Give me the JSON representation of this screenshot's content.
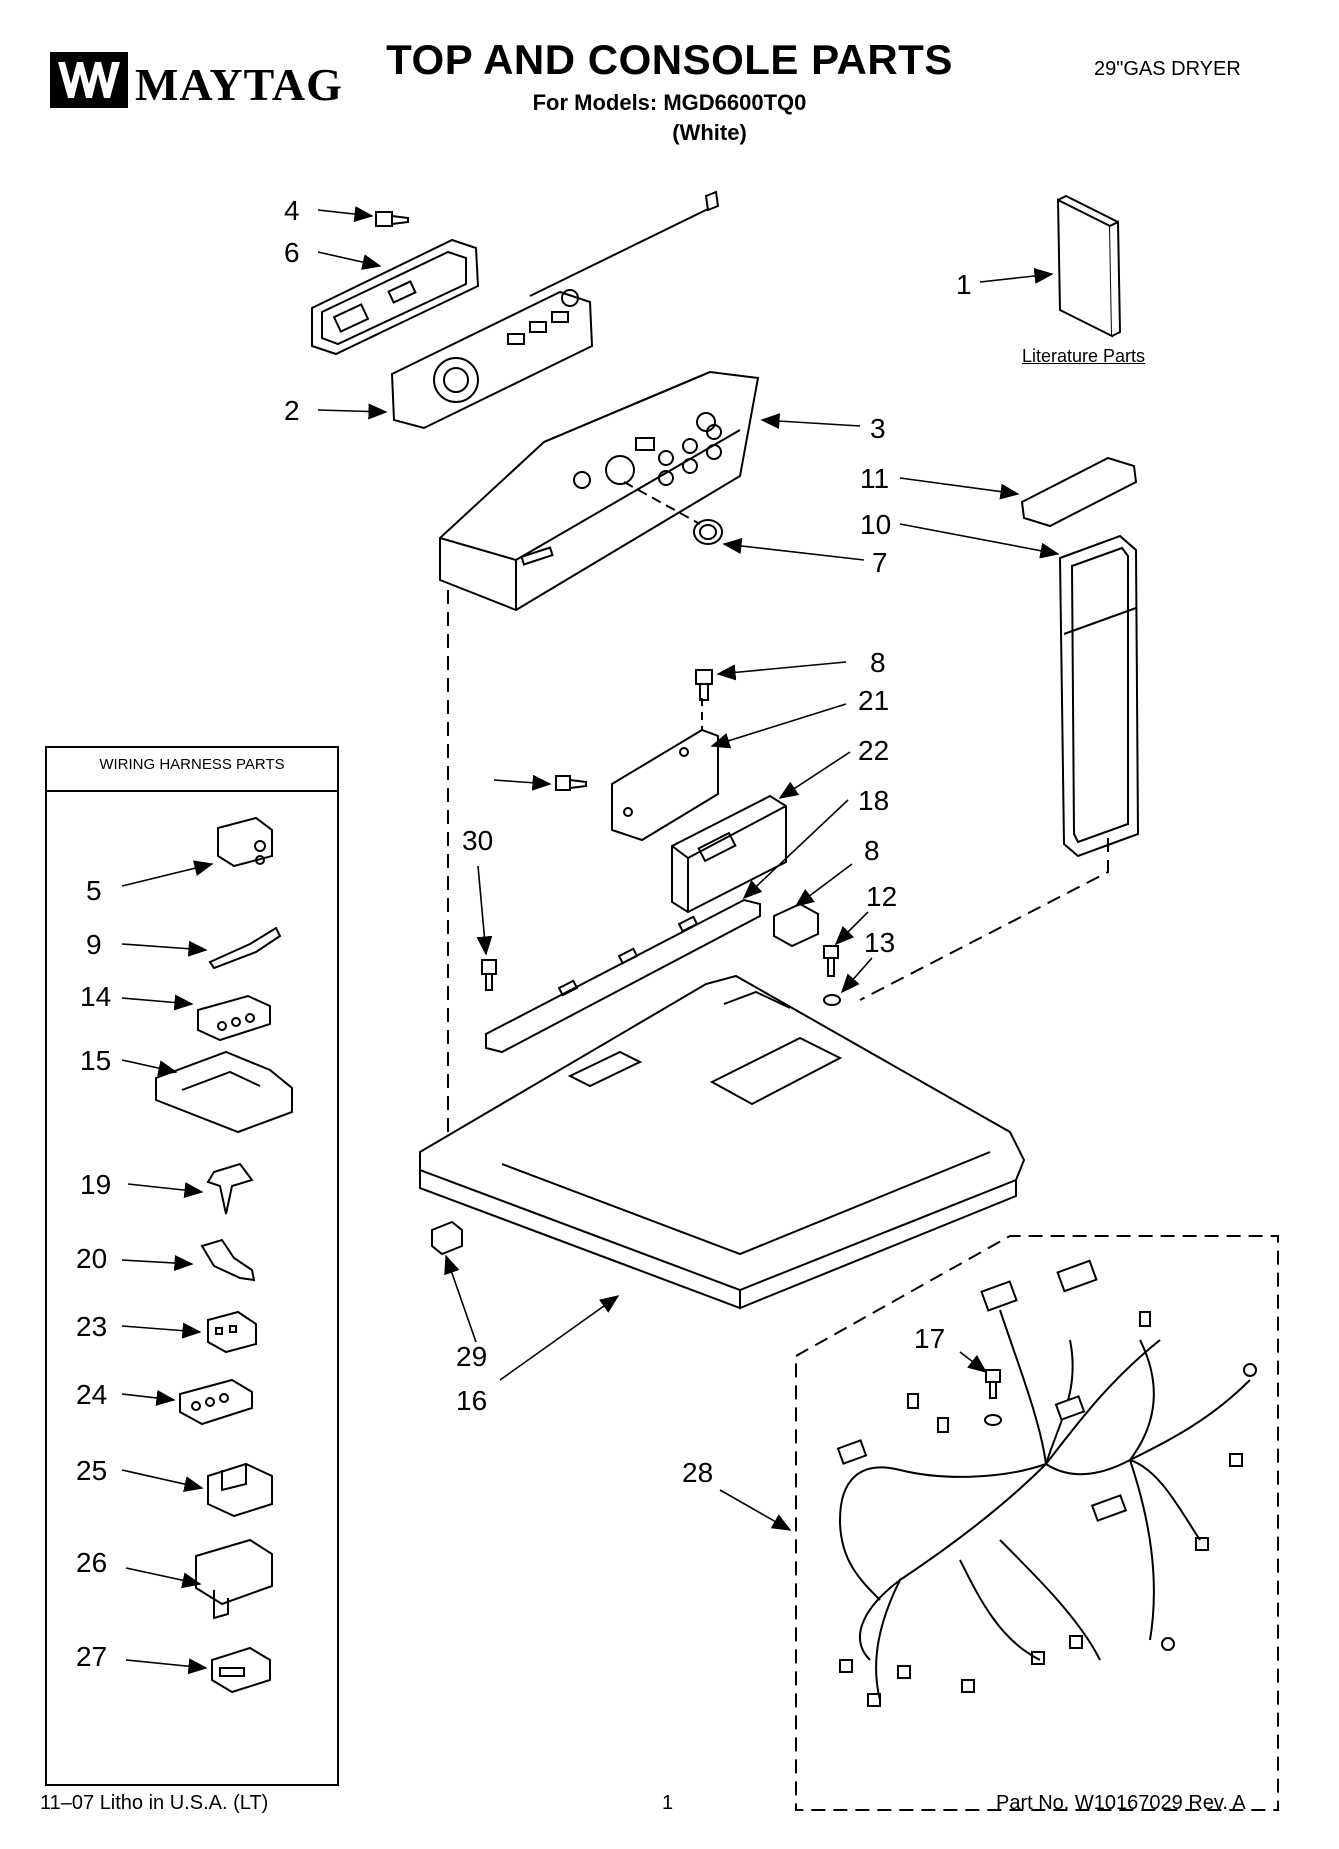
{
  "header": {
    "brand": "MAYTAG",
    "title": "TOP AND CONSOLE PARTS",
    "models": "For Models: MGD6600TQ0",
    "color": "(White)",
    "product": "29\"GAS DRYER"
  },
  "literature_label": "Literature Parts",
  "wiring_harness": {
    "title": "WIRING HARNESS PARTS",
    "items": [
      "5",
      "9",
      "14",
      "15",
      "19",
      "20",
      "23",
      "24",
      "25",
      "26",
      "27"
    ]
  },
  "callouts": [
    "4",
    "6",
    "2",
    "1",
    "3",
    "11",
    "10",
    "7",
    "8",
    "21",
    "22",
    "18",
    "8",
    "12",
    "13",
    "30",
    "29",
    "16",
    "17",
    "28"
  ],
  "footer": {
    "litho": "11–07 Litho in U.S.A. (LT)",
    "page": "1",
    "part_no": "Part No. W10167029 Rev. A"
  }
}
